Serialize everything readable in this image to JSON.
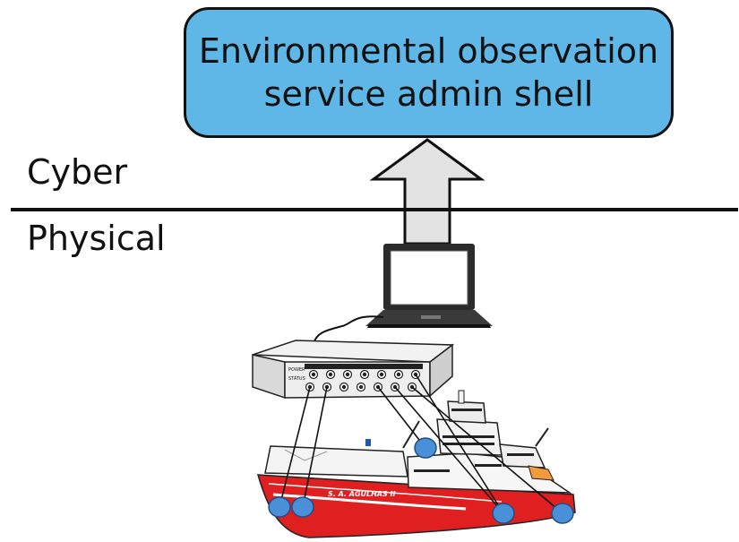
{
  "shell": {
    "line1": "Environmental observation",
    "line2": "service admin shell"
  },
  "layers": {
    "upper": "Cyber",
    "lower": "Physical"
  },
  "device": {
    "power_label": "POWER",
    "status_label": "STATUS"
  },
  "ship": {
    "name": "S. A. AGULHAS II"
  },
  "colors": {
    "shell_fill": "#5fb7e8",
    "arrow_fill": "#e3e3e3",
    "hull_red": "#e02020",
    "sensor_blue": "#4a90d9"
  },
  "icons": [
    "up-arrow-icon",
    "laptop-icon",
    "data-logger-icon",
    "ship-icon",
    "sensor-icon"
  ]
}
